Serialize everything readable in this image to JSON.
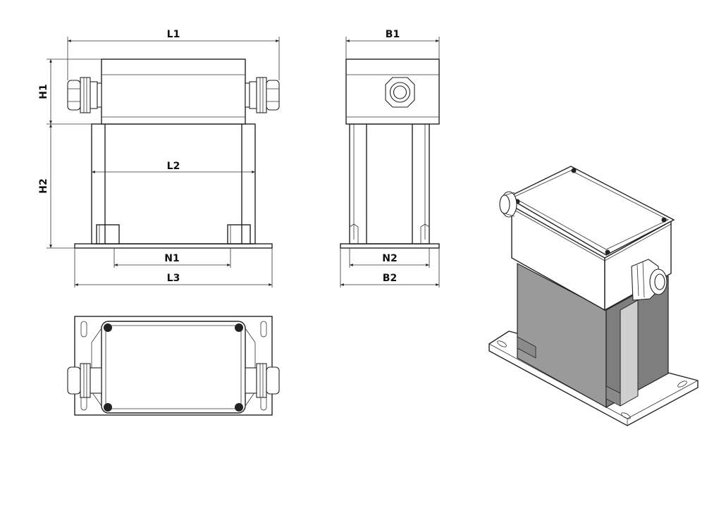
{
  "dimensions": {
    "L1": "L1",
    "L2": "L2",
    "L3": "L3",
    "H1": "H1",
    "H2": "H2",
    "N1": "N1",
    "N2": "N2",
    "B1": "B1",
    "B2": "B2"
  },
  "colors": {
    "line": "#222222",
    "core_gray": "#9a9a9a",
    "core_dark": "#7e7e7e",
    "bolt": "#222222"
  }
}
